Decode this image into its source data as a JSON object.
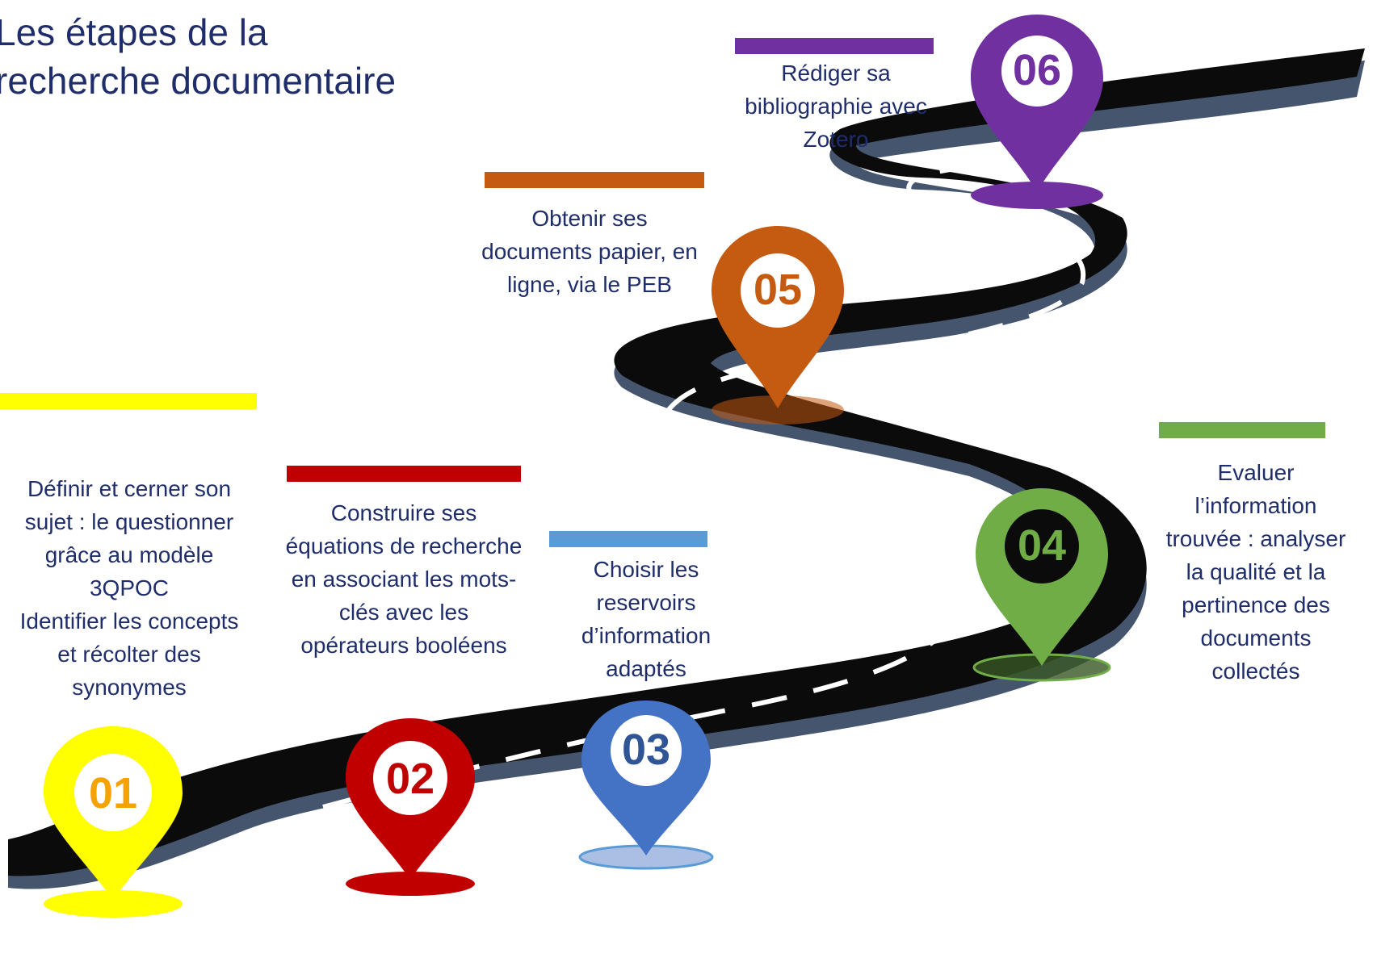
{
  "title": {
    "line1": "Les étapes de la",
    "line2": "recherche documentaire"
  },
  "colors": {
    "road": "#0b0b0b",
    "road_edge": "#46556e",
    "dash": "#ffffff",
    "text": "#1f2e6b",
    "step1": "#ffff00",
    "step2": "#c00000",
    "step3": "#4472c4",
    "step3_bar": "#5b9bd5",
    "step4": "#70ad47",
    "step5": "#c55a11",
    "step6": "#7030a0"
  },
  "steps": [
    {
      "number": "01",
      "color": "#ffff00",
      "num_color": "#f4a300",
      "lines": [
        "Définir et cerner son",
        "sujet : le questionner",
        "grâce au modèle",
        "3QPOC",
        "Identifier les concepts",
        "et récolter des",
        "synonymes"
      ]
    },
    {
      "number": "02",
      "color": "#c00000",
      "num_color": "#c00000",
      "lines": [
        "Construire ses",
        "équations de recherche",
        "en associant les mots-",
        "clés avec les",
        "opérateurs booléens"
      ]
    },
    {
      "number": "03",
      "color": "#4472c4",
      "num_color": "#2f5597",
      "lines": [
        "Choisir les",
        "reservoirs",
        "d’information",
        "adaptés"
      ]
    },
    {
      "number": "04",
      "color": "#70ad47",
      "num_color": "#70ad47",
      "lines": [
        "Evaluer",
        "l’information",
        "trouvée : analyser",
        "la qualité et  la",
        "pertinence des",
        "documents",
        "collectés"
      ]
    },
    {
      "number": "05",
      "color": "#c55a11",
      "num_color": "#c55a11",
      "lines": [
        "Obtenir ses",
        "documents papier, en",
        "ligne, via le PEB"
      ]
    },
    {
      "number": "06",
      "color": "#7030a0",
      "num_color": "#7030a0",
      "lines": [
        "Rédiger sa",
        "bibliographie avec",
        "Zotero"
      ]
    }
  ]
}
